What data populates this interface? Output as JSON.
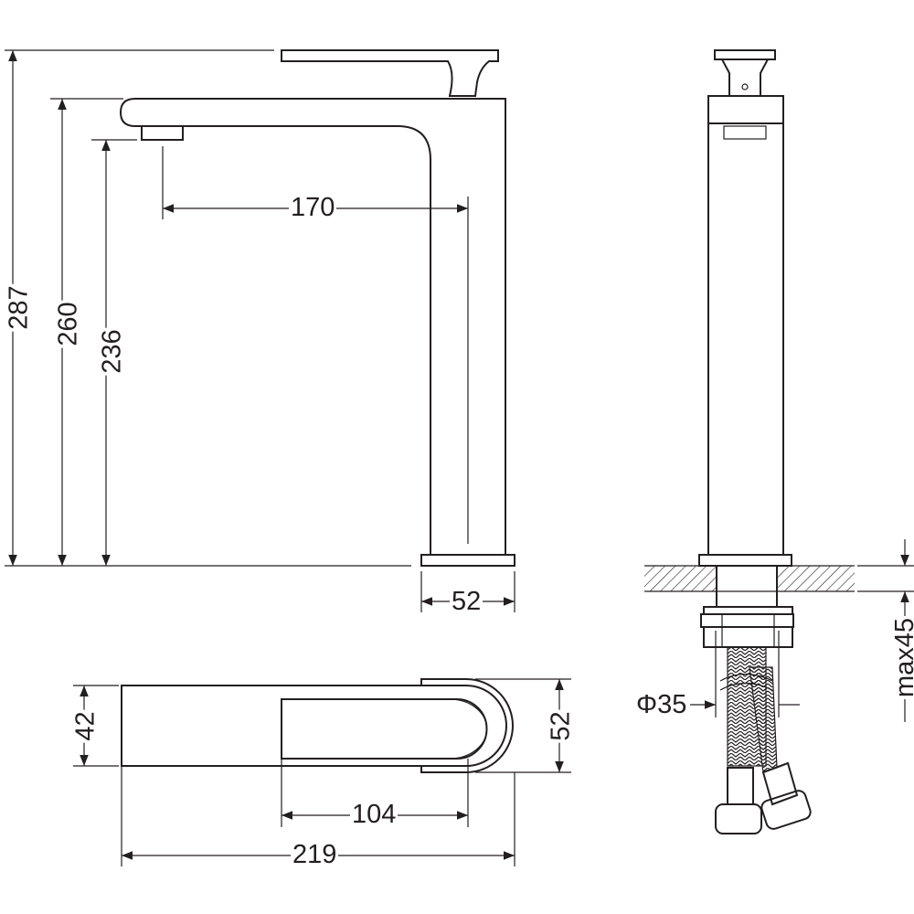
{
  "title": "Tall basin faucet dimension drawing",
  "line_color": "#231f20",
  "dimensions": {
    "total_height": "287",
    "spout_top_height": "260",
    "spout_outlet_height": "236",
    "spout_reach": "170",
    "base_width": "52",
    "spout_depth": "42",
    "body_depth": "52",
    "handle_length": "104",
    "total_length": "219",
    "shank_diameter": "Φ35",
    "max_counter_thickness": "max45"
  }
}
